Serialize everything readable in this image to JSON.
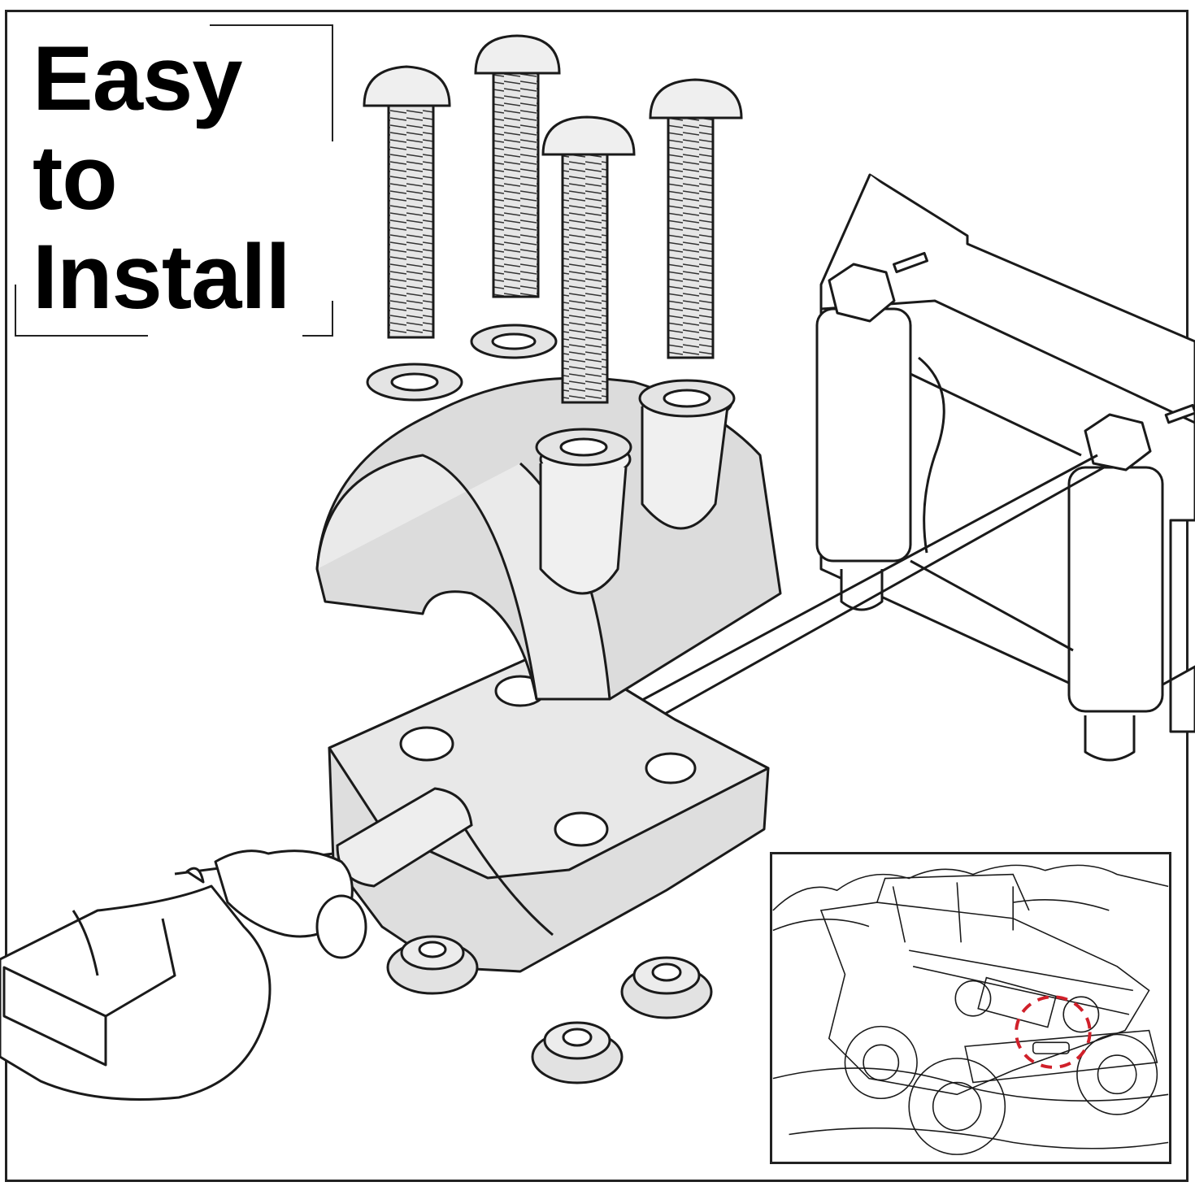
{
  "title": {
    "line1": "Easy",
    "line2": "to",
    "line3": "Install"
  },
  "colors": {
    "part_fill": "#e4e4e4",
    "part_shadow": "#cfcfcf",
    "stroke": "#1a1a1a",
    "highlight_circle": "#d0202a"
  },
  "components": [
    "button-head-bolt",
    "flat-washer",
    "rope-guide-upper-half",
    "rope-guide-lower-half",
    "flange-nut",
    "winch-hook",
    "roller-fairlead",
    "winch-rope",
    "jeep-inset"
  ]
}
